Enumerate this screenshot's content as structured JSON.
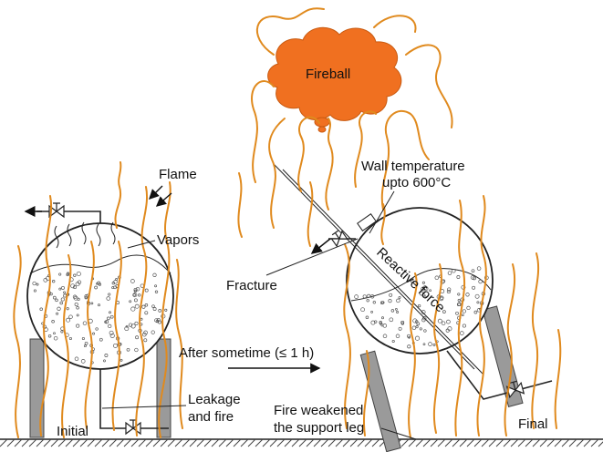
{
  "labels": {
    "fireball": "Fireball",
    "wall_temperature_line1": "Wall temperature",
    "wall_temperature_line2": "upto 600°C",
    "flame": "Flame",
    "vapors": "Vapors",
    "fracture": "Fracture",
    "reactive_force": "Reactive force",
    "after_sometime": "After sometime (≤ 1 h)",
    "leakage_line1": "Leakage",
    "leakage_line2": "and fire",
    "fire_weakened_line1": "Fire weakened",
    "fire_weakened_line2": "the support leg",
    "initial": "Initial",
    "final": "Final"
  },
  "colors": {
    "flame": "#e08a1e",
    "fireball_fill": "#f07020",
    "support_leg": "#9a9a9a",
    "outline": "#222222"
  },
  "icons": [
    "valve-icon",
    "arrow-icon",
    "vapor-wisp-icon",
    "liquid-bubbles-icon"
  ]
}
